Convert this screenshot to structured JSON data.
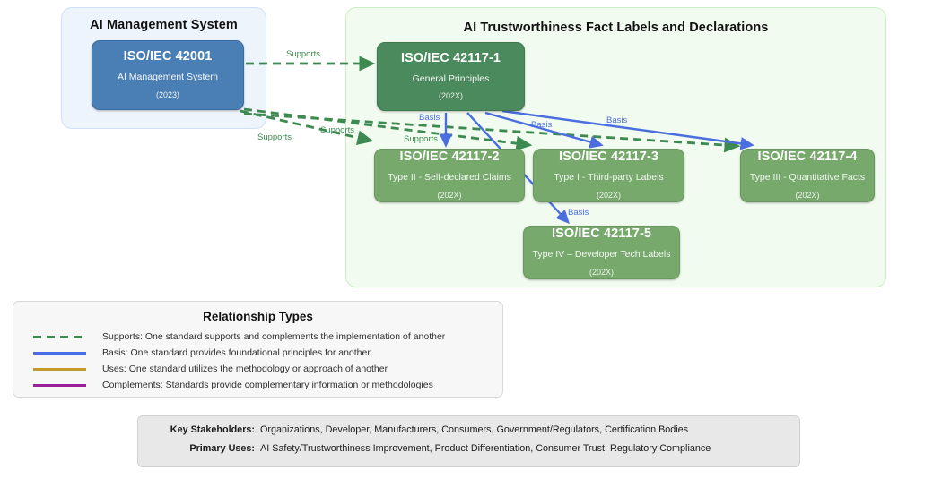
{
  "groups": [
    {
      "id": "ams",
      "title": "AI Management System"
    },
    {
      "id": "fact",
      "title": "AI Trustworthiness Fact Labels and Declarations"
    }
  ],
  "nodes": [
    {
      "id": "42001",
      "code": "ISO/IEC 42001",
      "desc": "AI Management System",
      "year": "(2023)",
      "color": "#4a7fb5"
    },
    {
      "id": "42117-1",
      "code": "ISO/IEC 42117-1",
      "desc": "General Principles",
      "year": "(202X)",
      "color": "#4b8a5c"
    },
    {
      "id": "42117-2",
      "code": "ISO/IEC 42117-2",
      "desc": "Type II - Self-declared Claims",
      "year": "(202X)",
      "color": "#76a96b"
    },
    {
      "id": "42117-3",
      "code": "ISO/IEC 42117-3",
      "desc": "Type I - Third-party Labels",
      "year": "(202X)",
      "color": "#76a96b"
    },
    {
      "id": "42117-4",
      "code": "ISO/IEC 42117-4",
      "desc": "Type III - Quantitative Facts",
      "year": "(202X)",
      "color": "#76a96b"
    },
    {
      "id": "42117-5",
      "code": "ISO/IEC 42117-5",
      "desc": "Type IV – Developer Tech Labels",
      "year": "(202X)",
      "color": "#76a96b"
    }
  ],
  "edges": [
    {
      "from": "42001",
      "to": "42117-1",
      "label": "Supports",
      "type": "supports"
    },
    {
      "from": "42001",
      "to": "42117-2",
      "label": "Supports",
      "type": "supports"
    },
    {
      "from": "42001",
      "to": "42117-3",
      "label": "Supports",
      "type": "supports"
    },
    {
      "from": "42001",
      "to": "42117-4",
      "label": "Supports",
      "type": "supports"
    },
    {
      "from": "42117-1",
      "to": "42117-2",
      "label": "Basis",
      "type": "basis"
    },
    {
      "from": "42117-1",
      "to": "42117-3",
      "label": "Basis",
      "type": "basis"
    },
    {
      "from": "42117-1",
      "to": "42117-4",
      "label": "Basis",
      "type": "basis"
    },
    {
      "from": "42117-1",
      "to": "42117-5",
      "label": "Basis",
      "type": "basis"
    }
  ],
  "edge_labels": {
    "supports_1": "Supports",
    "supports_2": "Supports",
    "supports_3": "Supports",
    "supports_4": "Supports",
    "basis_1": "Basis",
    "basis_2": "Basis",
    "basis_3": "Basis",
    "basis_4": "Basis"
  },
  "legend": {
    "title": "Relationship Types",
    "items": [
      {
        "color": "#3d8a50",
        "style": "dashed",
        "text": "Supports: One standard supports and complements the implementation of another"
      },
      {
        "color": "#4a6ee0",
        "style": "solid",
        "text": "Basis: One standard provides foundational principles for another"
      },
      {
        "color": "#c49a2e",
        "style": "solid",
        "text": "Uses: One standard utilizes the methodology or approach of another"
      },
      {
        "color": "#9b1f9b",
        "style": "solid",
        "text": "Complements: Standards provide complementary information or methodologies"
      }
    ]
  },
  "info": {
    "rows": [
      {
        "label": "Key Stakeholders:",
        "value": "Organizations, Developer, Manufacturers, Consumers, Government/Regulators, Certification Bodies"
      },
      {
        "label": "Primary Uses:",
        "value": "AI Safety/Trustworthiness Improvement, Product Differentiation, Consumer Trust, Regulatory Compliance"
      }
    ]
  },
  "colors": {
    "supports": "#3d8a50",
    "basis": "#4a6ee0",
    "uses": "#c49a2e",
    "complements": "#9b1f9b",
    "node_blue": "#4a7fb5",
    "node_dark_green": "#4b8a5c",
    "node_light_green": "#76a96b",
    "group_blue_bg": "#eef4fc",
    "group_green_bg": "#f2fbf0"
  }
}
